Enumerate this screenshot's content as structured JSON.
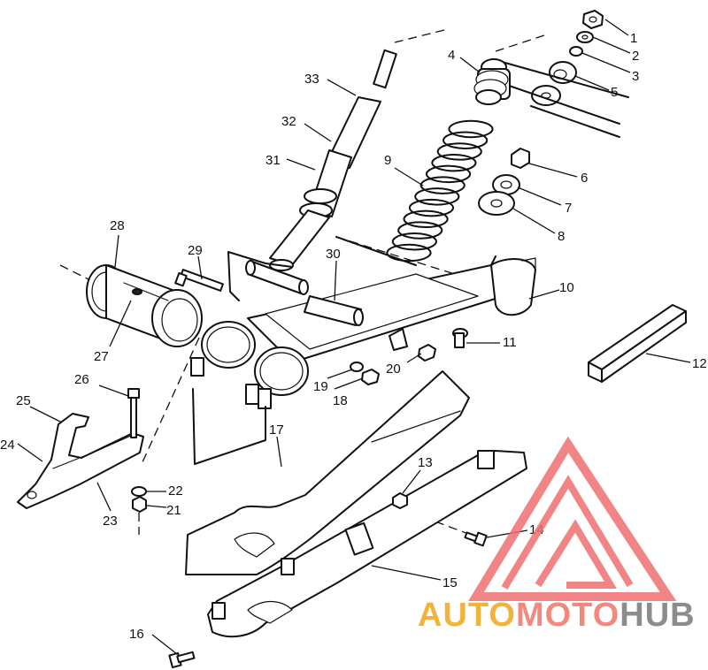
{
  "callouts": [
    {
      "id": "1",
      "text": "1"
    },
    {
      "id": "2",
      "text": "2"
    },
    {
      "id": "3",
      "text": "3"
    },
    {
      "id": "4",
      "text": "4"
    },
    {
      "id": "5",
      "text": "5"
    },
    {
      "id": "6",
      "text": "6"
    },
    {
      "id": "7",
      "text": "7"
    },
    {
      "id": "8",
      "text": "8"
    },
    {
      "id": "9",
      "text": "9"
    },
    {
      "id": "10",
      "text": "10"
    },
    {
      "id": "11",
      "text": "11"
    },
    {
      "id": "12",
      "text": "12"
    },
    {
      "id": "13",
      "text": "13"
    },
    {
      "id": "14",
      "text": "14"
    },
    {
      "id": "15",
      "text": "15"
    },
    {
      "id": "16",
      "text": "16"
    },
    {
      "id": "17",
      "text": "17"
    },
    {
      "id": "18",
      "text": "18"
    },
    {
      "id": "19",
      "text": "19"
    },
    {
      "id": "20",
      "text": "20"
    },
    {
      "id": "21",
      "text": "21"
    },
    {
      "id": "22",
      "text": "22"
    },
    {
      "id": "23",
      "text": "23"
    },
    {
      "id": "24",
      "text": "24"
    },
    {
      "id": "25",
      "text": "25"
    },
    {
      "id": "26",
      "text": "26"
    },
    {
      "id": "27",
      "text": "27"
    },
    {
      "id": "28",
      "text": "28"
    },
    {
      "id": "29",
      "text": "29"
    },
    {
      "id": "30",
      "text": "30"
    },
    {
      "id": "31",
      "text": "31"
    },
    {
      "id": "32",
      "text": "32"
    },
    {
      "id": "33",
      "text": "33"
    }
  ],
  "watermark": {
    "part1": "AUTO",
    "part2": "MOTO",
    "part3": "HUB",
    "color1": "#f2b33d",
    "color2": "#f08a7e",
    "color3": "#8c8c8c",
    "triangle_color": "#ef6f6f"
  }
}
